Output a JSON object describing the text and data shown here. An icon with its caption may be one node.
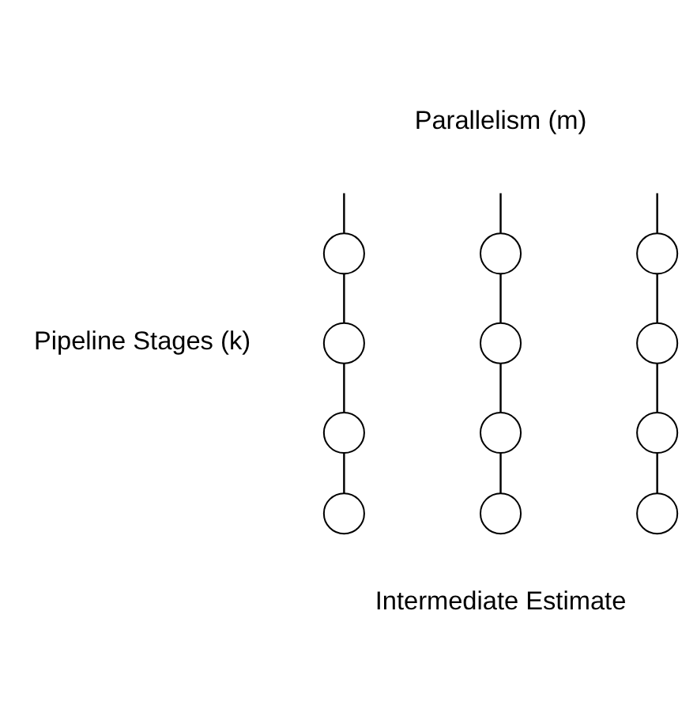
{
  "diagram": {
    "nodes": [
      {
        "text": [],
        "shape": "circle"
      },
      {
        "text": [],
        "shape": "circle"
      },
      {
        "text": [],
        "shape": "circle"
      },
      {
        "text": [],
        "shape": "circle"
      },
      {
        "text": [],
        "shape": "circle"
      },
      {
        "text": [],
        "shape": "circle"
      },
      {
        "text": [],
        "shape": "circle"
      },
      {
        "text": [],
        "shape": "circle"
      },
      {
        "text": [],
        "shape": "circle"
      },
      {
        "text": [],
        "shape": "circle"
      },
      {
        "text": [],
        "shape": "circle"
      },
      {
        "text": [],
        "shape": "circle"
      }
    ],
    "edges": [
      {
        "from": null,
        "to": 0,
        "arrow": "none"
      },
      {
        "from": null,
        "to": 1,
        "arrow": "none"
      },
      {
        "from": null,
        "to": 2,
        "arrow": "none"
      },
      {
        "from": 0,
        "to": 3,
        "arrow": "none"
      },
      {
        "from": 1,
        "to": 4,
        "arrow": "none"
      },
      {
        "from": 2,
        "to": 5,
        "arrow": "none"
      },
      {
        "from": 3,
        "to": 6,
        "arrow": "none"
      },
      {
        "from": 4,
        "to": 7,
        "arrow": "none"
      },
      {
        "from": 5,
        "to": 8,
        "arrow": "none"
      },
      {
        "from": 6,
        "to": 9,
        "arrow": "none"
      },
      {
        "from": 7,
        "to": 10,
        "arrow": "none"
      },
      {
        "from": 8,
        "to": 11,
        "arrow": "none"
      }
    ],
    "labels": [
      "Parallelism (m)",
      "Pipeline Stages (k)",
      "Intermediate Estimate"
    ]
  }
}
